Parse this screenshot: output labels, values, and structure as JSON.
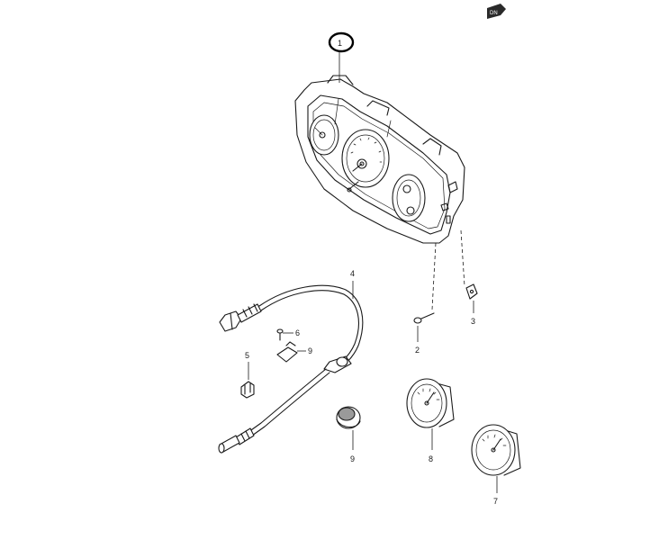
{
  "callouts": {
    "c1": "1",
    "c2": "2",
    "c3": "3",
    "c4": "4",
    "c5": "5",
    "c6": "6",
    "c7": "7",
    "c8": "8",
    "c9a": "9",
    "c9b": "9"
  },
  "colors": {
    "line": "#1a1a1a",
    "highlight_circle": "#000000",
    "background": "#ffffff"
  },
  "icons": {
    "direction_badge": "arrow-badge-icon"
  }
}
